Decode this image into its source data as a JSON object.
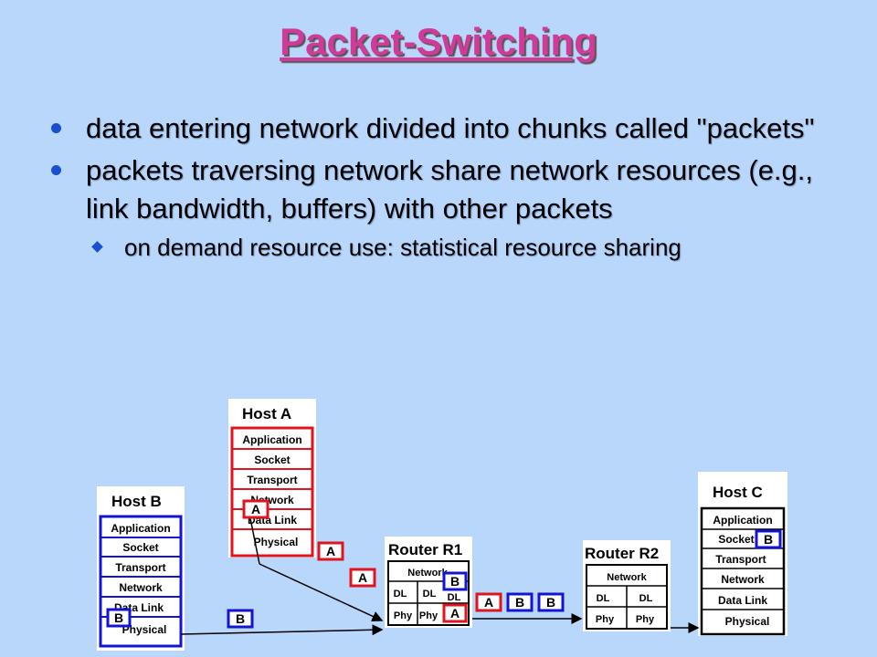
{
  "title": "Packet-Switching",
  "bullets": [
    {
      "text": "data entering network divided into chunks called \"packets\""
    },
    {
      "text": "packets traversing network share network resources (e.g., link bandwidth, buffers) with other packets",
      "sub": "on demand resource use: statistical resource sharing"
    }
  ],
  "diagram": {
    "host_a": {
      "title": "Host A",
      "layers": [
        "Application",
        "Socket",
        "Transport",
        "Network",
        "Data Link",
        "Physical"
      ]
    },
    "host_b": {
      "title": "Host B",
      "layers": [
        "Application",
        "Socket",
        "Transport",
        "Network",
        "Data Link",
        "Physical"
      ]
    },
    "host_c": {
      "title": "Host C",
      "layers": [
        "Application",
        "Socket",
        "Transport",
        "Network",
        "Data Link",
        "Physical"
      ]
    },
    "router_r1": {
      "title": "Router R1",
      "network": "Network",
      "dl_left": "DL",
      "dl_right": "DL",
      "dl_extra": "DL",
      "phy_left": "Phy",
      "phy_right": "Phy"
    },
    "router_r2": {
      "title": "Router R2",
      "network": "Network",
      "dl_left": "DL",
      "dl_right": "DL",
      "phy_left": "Phy",
      "phy_right": "Phy"
    },
    "packet_a": "A",
    "packet_b": "B",
    "colors": {
      "host_a": "#e0141e",
      "host_b": "#1414d0",
      "host_c": "#000000",
      "background": "#b9d7fb"
    }
  }
}
